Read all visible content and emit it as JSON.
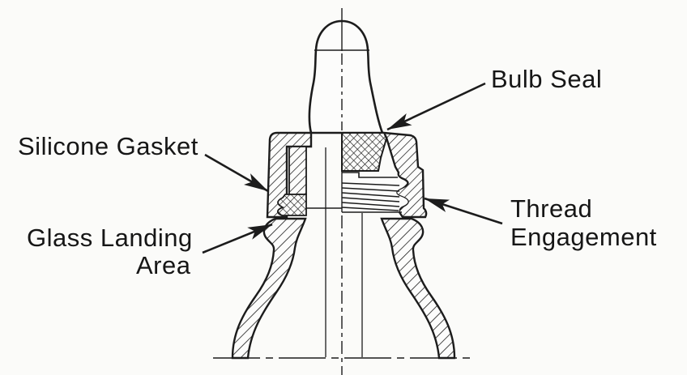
{
  "diagram": {
    "type": "technical-cross-section",
    "subject": "dropper-bottle-cap-assembly",
    "colors": {
      "background": "#fbfbf9",
      "ink": "#1c1c1c",
      "text": "#161616"
    },
    "labels": {
      "bulb_seal": "Bulb Seal",
      "silicone_gasket": "Silicone Gasket",
      "glass_landing_line1": "Glass Landing",
      "glass_landing_line2": "Area",
      "thread_line1": "Thread",
      "thread_line2": "Engagement"
    }
  }
}
